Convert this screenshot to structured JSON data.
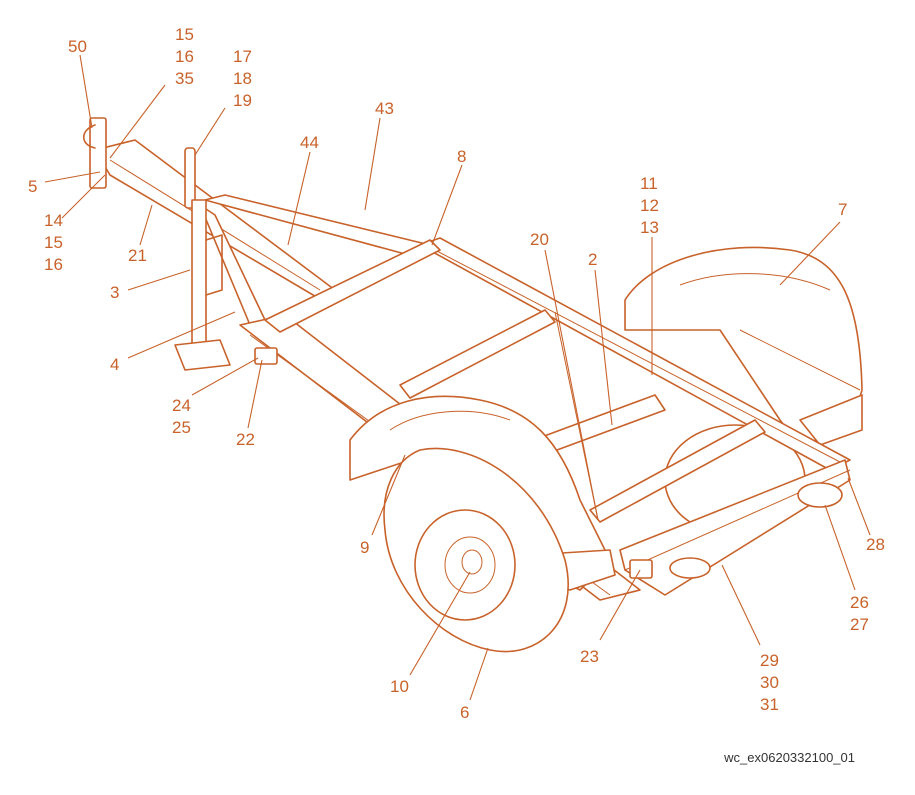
{
  "diagram": {
    "colors": {
      "line": "#c8622a",
      "text": "#c8622a",
      "background": "#ffffff",
      "ref": "#333333"
    },
    "labels": {
      "l50": "50",
      "l15a": "15",
      "l16a": "16",
      "l35": "35",
      "l17": "17",
      "l18": "18",
      "l19": "19",
      "l43": "43",
      "l44": "44",
      "l8": "8",
      "l5": "5",
      "l14": "14",
      "l15b": "15",
      "l16b": "16",
      "l21": "21",
      "l3": "3",
      "l4": "4",
      "l24": "24",
      "l25": "25",
      "l22": "22",
      "l11": "11",
      "l12": "12",
      "l13": "13",
      "l7": "7",
      "l20": "20",
      "l2": "2",
      "l9": "9",
      "l10": "10",
      "l6": "6",
      "l23": "23",
      "l29": "29",
      "l30": "30",
      "l31": "31",
      "l26": "26",
      "l27": "27",
      "l28": "28"
    },
    "reference_code": "wc_ex0620332100_01"
  }
}
